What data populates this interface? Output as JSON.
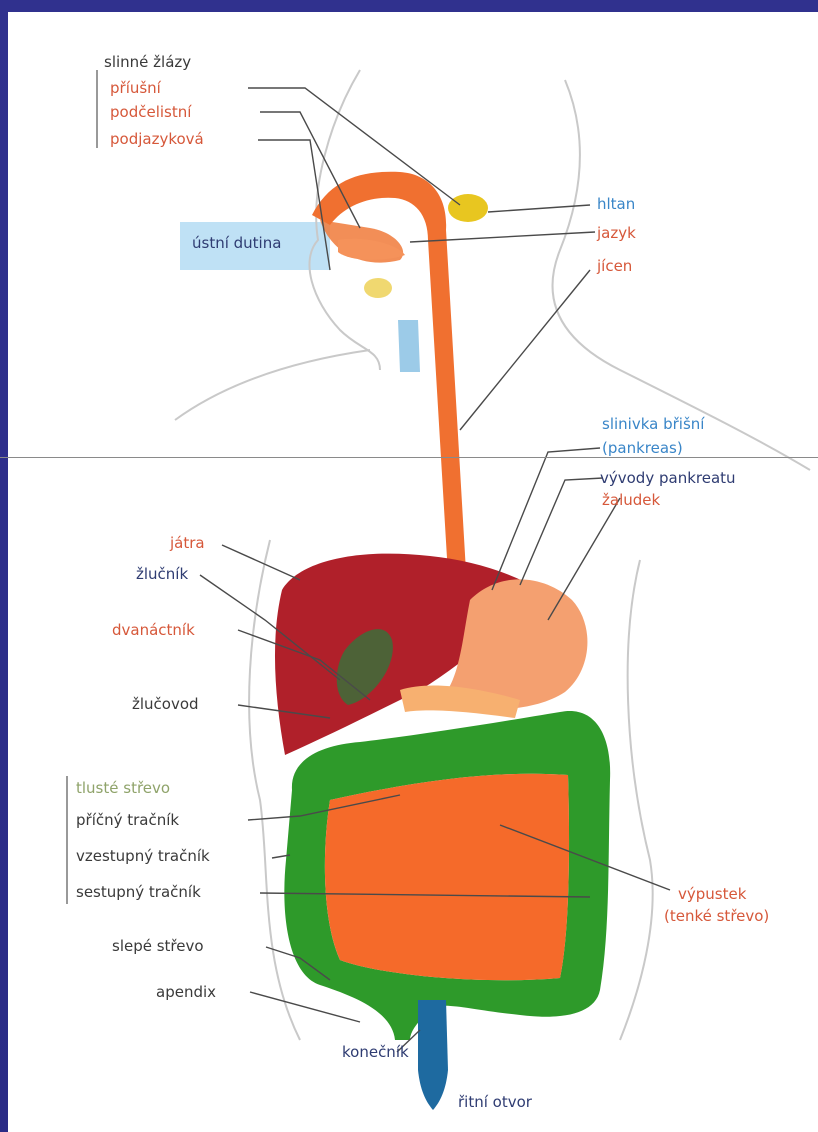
{
  "labels": {
    "glands_group": "slinné žlázy",
    "parotid": "příušní",
    "submandibular": "podčelistní",
    "sublingual": "podjazyková",
    "mouth": "ústní dutina",
    "pharynx": "hltan",
    "tongue": "jazyk",
    "esophagus": "jícen",
    "pancreas_heading": "slinivka břišní",
    "pancreas": "(pankreas)",
    "pancreatic_ducts": "vývody pankreatu",
    "stomach": "žaludek",
    "liver": "játra",
    "gallbladder": "žlučník",
    "duodenum": "dvanáctník",
    "bile_duct": "žlučovod",
    "colon_group": "tlusté střevo",
    "transverse_colon": "příčný tračník",
    "ascending_colon": "vzestupný tračník",
    "descending_colon": "sestupný tračník",
    "small_intestine_1": "výpustek",
    "small_intestine_2": "(tenké střevo)",
    "ileum": "slepé střevo",
    "appendix": "apendix",
    "rectum": "konečník",
    "anus": "řitní otvor"
  },
  "colors": {
    "esophagus": "#f07030",
    "liver": "#b0202a",
    "large_intestine": "#2e9a2a",
    "small_intestine": "#f56a2a",
    "pancreas": "#f4a070",
    "rectum": "#1e6aa0",
    "glands": "#e8c620"
  }
}
